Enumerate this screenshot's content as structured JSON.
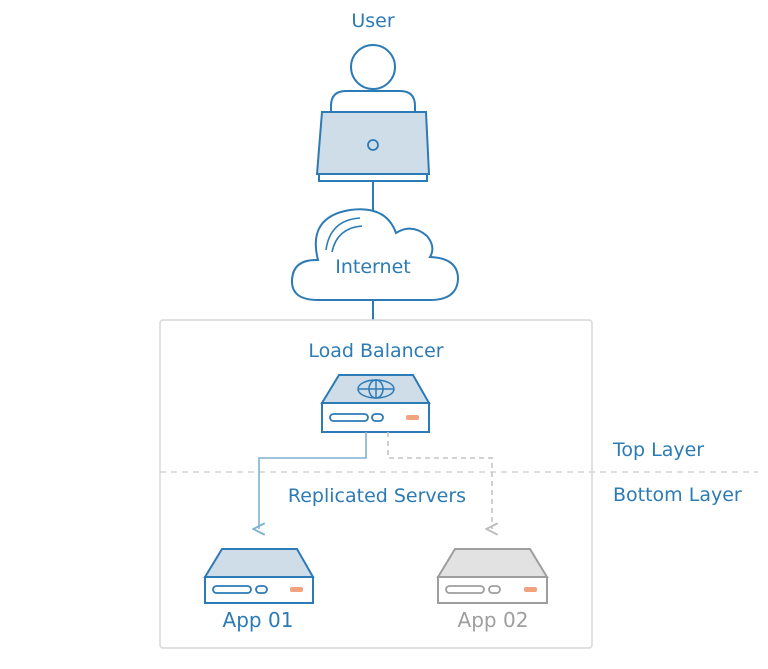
{
  "labels": {
    "user": "User",
    "internet": "Internet",
    "load_balancer": "Load Balancer",
    "top_layer": "Top Layer",
    "bottom_layer": "Bottom Layer",
    "replicated_servers": "Replicated Servers",
    "app1": "App 01",
    "app2": "App 02"
  },
  "colors": {
    "primary": "#2c7bb6",
    "fill": "#cfdde9",
    "inactive": "#9e9e9e",
    "inactive_fill": "#e2e2e2",
    "accent": "#f2a27e",
    "box_border": "#d7d7d7",
    "divider": "#d4d4d4",
    "connector_active": "#7fb2d1"
  }
}
